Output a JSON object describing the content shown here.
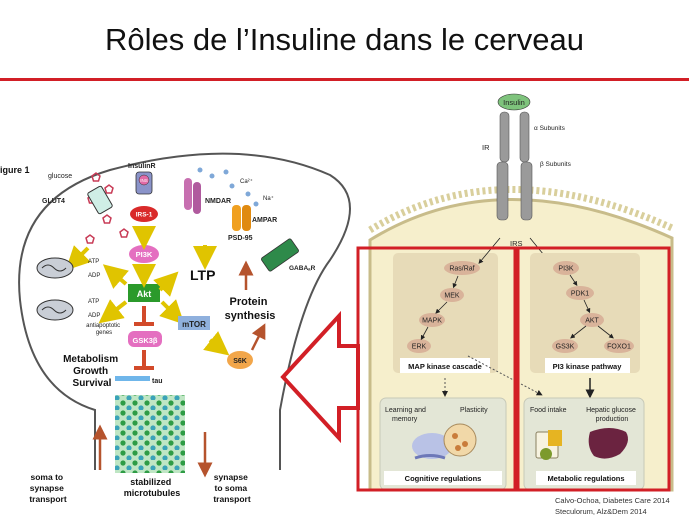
{
  "slide": {
    "title": "Rôles de l’Insuline dans le cerveau",
    "citations": [
      "Calvo-Ochoa, Diabetes Care 2014",
      "Steculorum, Alz&Dem 2014"
    ]
  },
  "left_figure": {
    "figure_label": "igure 1",
    "glucose": "glucose",
    "glut4": "GLUT4",
    "insulinr": "InsulinR",
    "ins": "INS",
    "irs1": "IRS-1",
    "pi3k": "PI3K",
    "akt": "Akt",
    "gsk3b": "GSK3β",
    "mtor": "mTOR",
    "s6k": "S6K",
    "tau": "tau",
    "atp1": "ATP",
    "adp1": "ADP",
    "atp2": "ATP",
    "adp2": "ADP",
    "antiapoptotic": [
      "antiapoptotic",
      "genes"
    ],
    "metabolism": [
      "Metabolism",
      "Growth",
      "Survival"
    ],
    "ca": "Ca²⁺",
    "na": "Na⁺",
    "nmdar": "NMDAR",
    "ampar": "AMPAR",
    "psd95": "PSD-95",
    "gabaar": "GABAₐR",
    "ltp": "LTP",
    "protein_synthesis": [
      "Protein",
      "synthesis"
    ],
    "soma_to_synapse": [
      "soma to",
      "synapse",
      "transport"
    ],
    "stabilized": [
      "stabilized",
      "microtubules"
    ],
    "synapse_to_soma": [
      "synapse",
      "to soma",
      "transport"
    ]
  },
  "right_figure": {
    "insulin": "Insulin",
    "ir": "IR",
    "alpha": "α Subunits",
    "beta": "β Subunits",
    "irs": "IRS",
    "mapk_nodes": [
      "Ras/Raf",
      "MEK",
      "MAPK",
      "ERK"
    ],
    "mapk_title": "MAP kinase cascade",
    "pi3k_nodes": [
      "PI3K",
      "PDK1",
      "AKT",
      "GS3K",
      "FOXO1"
    ],
    "pi3k_title": "PI3 kinase pathway",
    "learning": [
      "Learning and",
      "memory"
    ],
    "plasticity": "Plasticity",
    "food_intake": "Food intake",
    "hepatic": [
      "Hepatic glucose",
      "production"
    ],
    "cognitive": "Cognitive regulations",
    "metabolic": "Metabolic regulations"
  },
  "colors": {
    "accent_red": "#d21f26",
    "akt_green": "#2b9a2b",
    "node_tan": "#d9b39a"
  }
}
